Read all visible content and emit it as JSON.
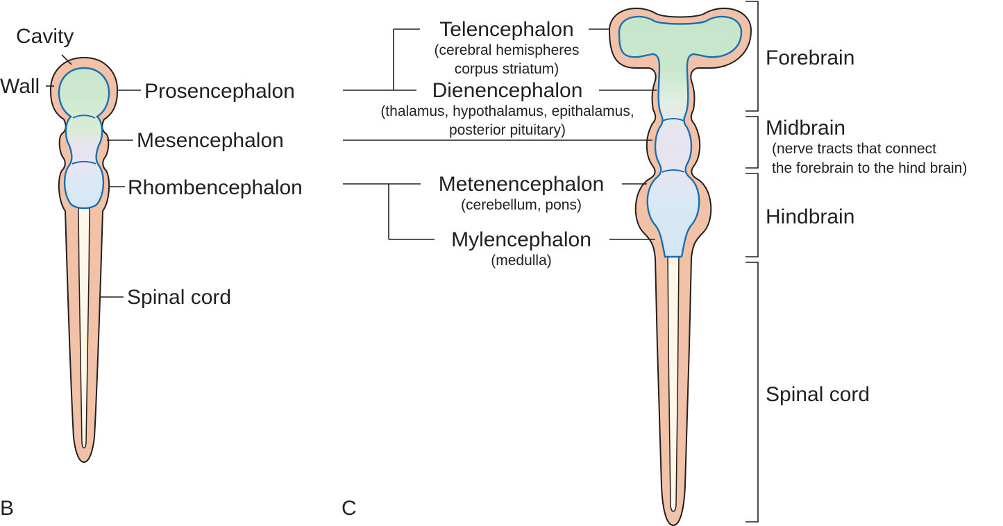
{
  "panel_b": {
    "letter": "B",
    "cavity": "Cavity",
    "wall": "Wall",
    "prosencephalon": "Prosencephalon",
    "mesencephalon": "Mesencephalon",
    "rhombencephalon": "Rhombencephalon",
    "spinal_cord": "Spinal cord"
  },
  "panel_c": {
    "letter": "C",
    "telencephalon": "Telencephalon",
    "telencephalon_note_1": "(cerebral hemispheres",
    "telencephalon_note_2": "corpus striatum)",
    "diencephalon": "Dienencephalon",
    "diencephalon_note_1": "(thalamus, hypothalamus, epithalamus,",
    "diencephalon_note_2": "posterior pituitary)",
    "metencephalon": "Metenencephalon",
    "metencephalon_note": "(cerebellum, pons)",
    "myelencephalon": "Mylencephalon",
    "myelencephalon_note": "(medulla)",
    "forebrain": "Forebrain",
    "midbrain": "Midbrain",
    "midbrain_note_1": "(nerve tracts that connect",
    "midbrain_note_2": "the forebrain to the hind brain)",
    "hindbrain": "Hindbrain",
    "spinal_cord": "Spinal cord"
  },
  "colors": {
    "wall_fill": "#f2c2a8",
    "outline": "#231f20",
    "cavity_outline": "#1a6fb0",
    "forebrain_cavity": "#c8e6cc",
    "midbrain_cavity": "#e6e2f0",
    "hindbrain_cavity": "#d8e8f4",
    "canal_fill": "#fdf7ea"
  }
}
